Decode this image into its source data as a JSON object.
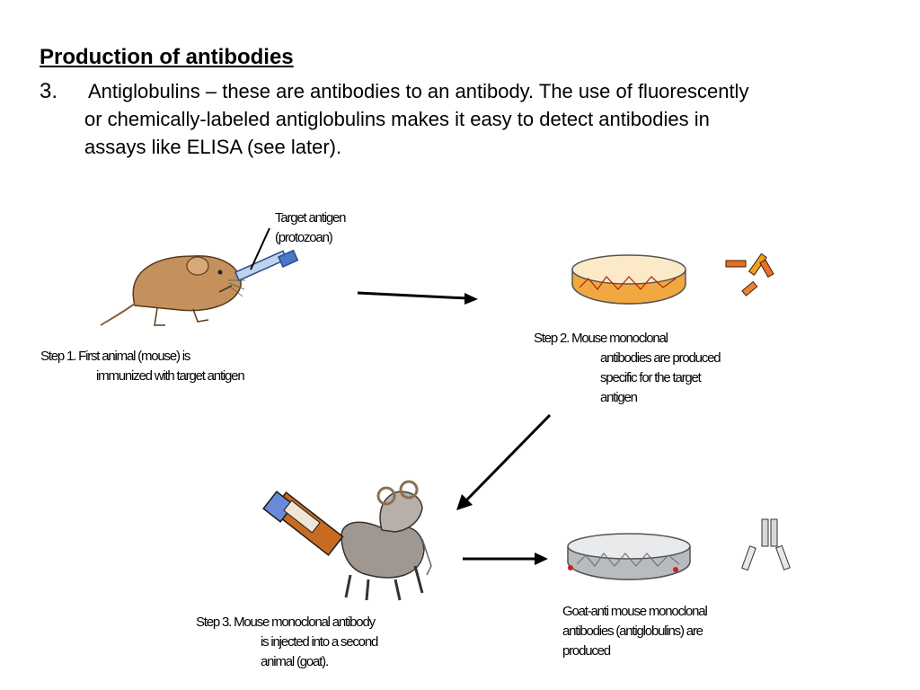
{
  "slide": {
    "title": "Production of antibodies",
    "number": "3.",
    "para_line1": "Antiglobulins –  these are antibodies to an antibody.  The use of fluorescently",
    "para_line2": "or chemically-labeled antiglobulins makes it easy to detect antibodies in",
    "para_line3": "assays like ELISA (see later)."
  },
  "diagram": {
    "target_label_1": "Target antigen",
    "target_label_2": "(protozoan)",
    "step1_line1": "Step 1. First animal (mouse) is",
    "step1_line2": "immunized with target antigen",
    "step2_line1": "Step 2.  Mouse monoclonal",
    "step2_line2": "antibodies are produced",
    "step2_line3": "specific for  the target",
    "step2_line4": "antigen",
    "step3_line1": "Step 3.  Mouse monoclonal antibody",
    "step3_line2": "is injected into a second",
    "step3_line3": "animal (goat).",
    "step4_line1": "Goat-anti mouse monoclonal",
    "step4_line2": "antibodies (antiglobulins) are",
    "step4_line3": "produced",
    "icons": [
      "mouse-icon",
      "syringe-icon",
      "petri-dish-icon",
      "antibody-icon",
      "goat-icon",
      "arrow-icon"
    ],
    "colors": {
      "dish_orange": "#e8902a",
      "dish_grey": "#b8bcc0",
      "mouse_brown": "#c4915c",
      "goat_grey": "#a09890",
      "syringe_blue": "#4a78c8"
    }
  }
}
